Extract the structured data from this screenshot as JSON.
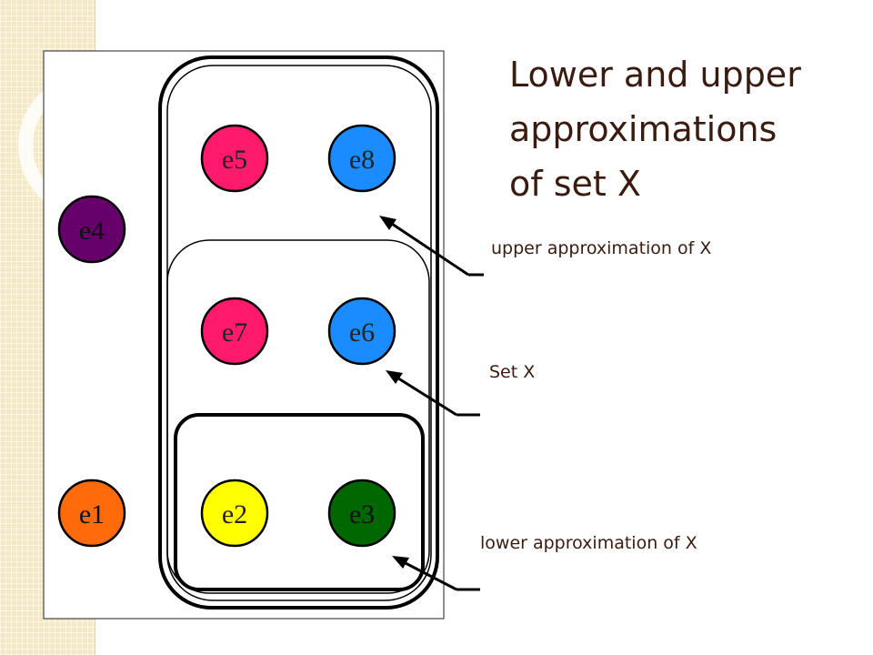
{
  "title": {
    "lines": [
      "Lower and upper",
      "approximations",
      "of set X"
    ]
  },
  "labels": {
    "upper": "upper approximation of X",
    "set": "Set X",
    "lower": "lower approximation of X"
  },
  "nodes": [
    {
      "id": "e1",
      "label": "e1",
      "color": "#ff6a0a",
      "text_color": "#111111"
    },
    {
      "id": "e2",
      "label": "e2",
      "color": "#ffff00",
      "text_color": "#222222"
    },
    {
      "id": "e3",
      "label": "e3",
      "color": "#006600",
      "text_color": "#111111"
    },
    {
      "id": "e4",
      "label": "e4",
      "color": "#66006a",
      "text_color": "#111111"
    },
    {
      "id": "e5",
      "label": "e5",
      "color": "#ff1a6e",
      "text_color": "#222222"
    },
    {
      "id": "e6",
      "label": "e6",
      "color": "#1a8cff",
      "text_color": "#222222"
    },
    {
      "id": "e7",
      "label": "e7",
      "color": "#ff1a6e",
      "text_color": "#222222"
    },
    {
      "id": "e8",
      "label": "e8",
      "color": "#1a8cff",
      "text_color": "#222222"
    }
  ],
  "colors": {
    "strip": "#f5e8c4",
    "title": "#3a1b10",
    "stroke": "#000000"
  }
}
